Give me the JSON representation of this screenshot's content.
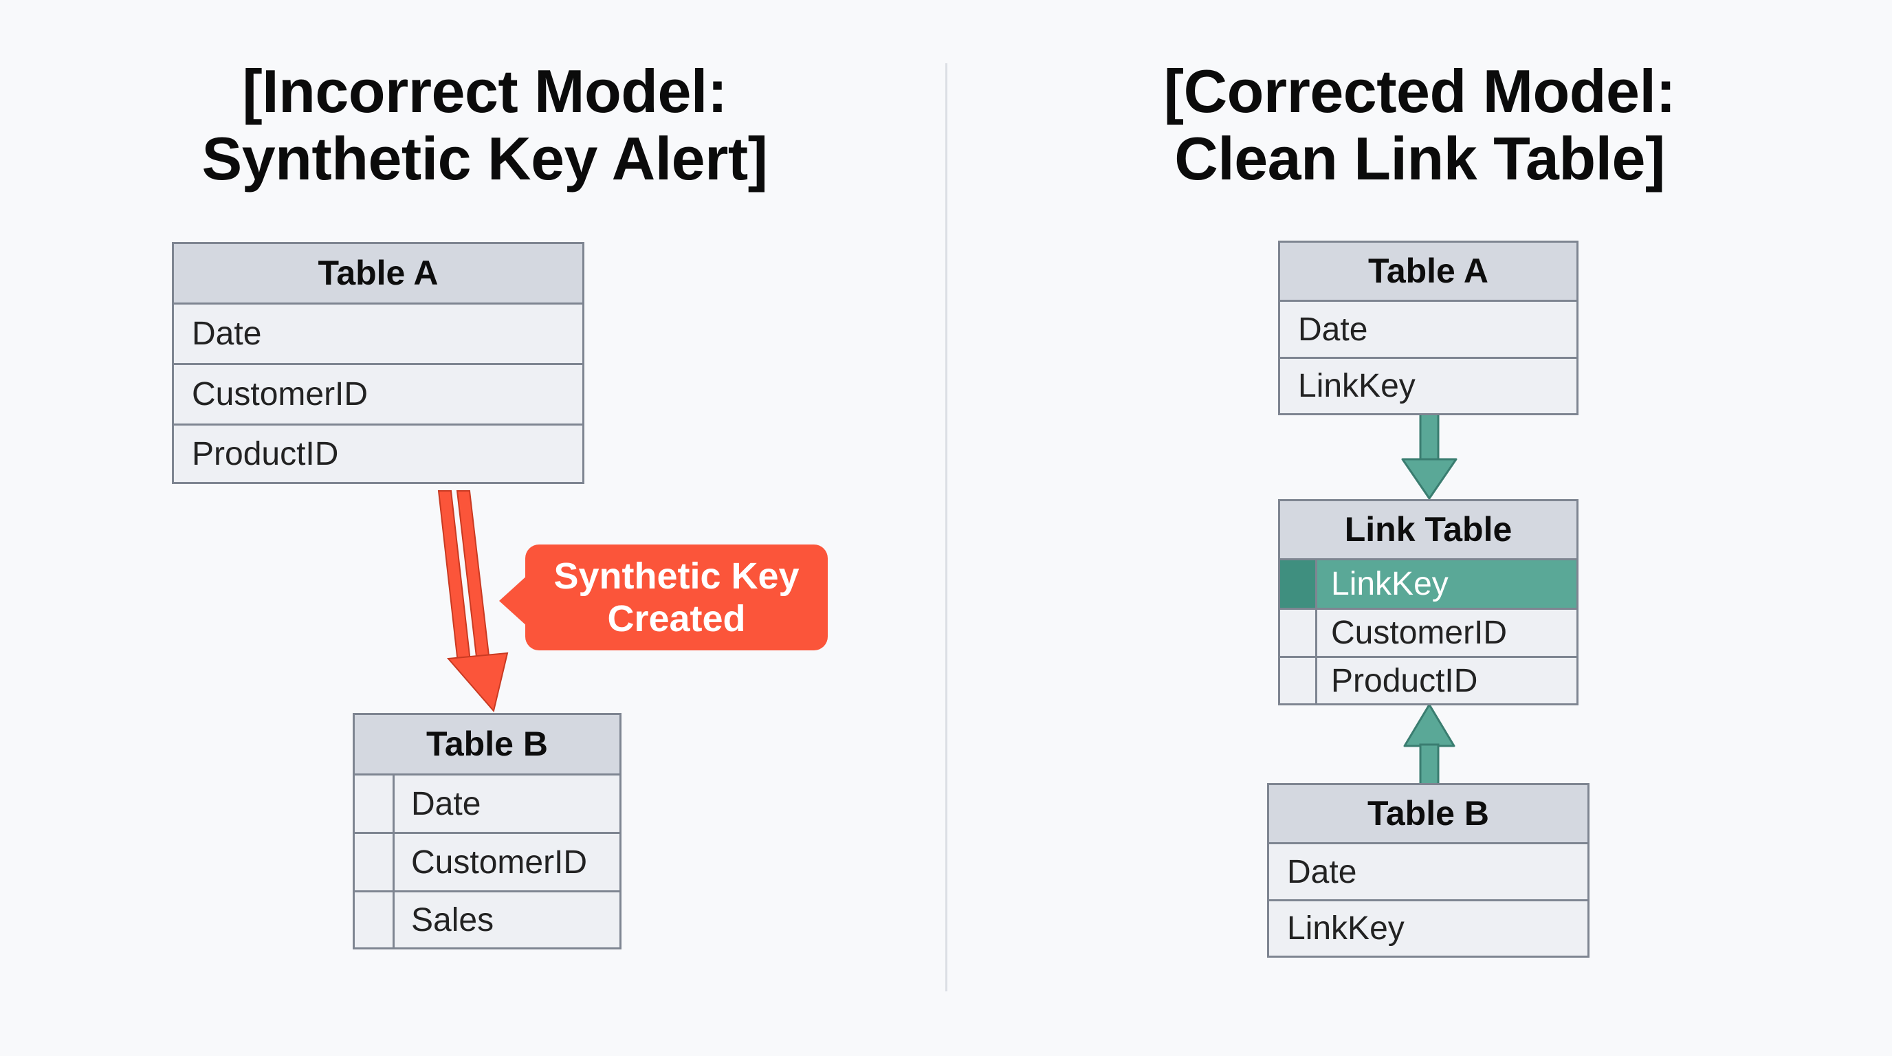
{
  "left": {
    "title_line1": "[Incorrect Model:",
    "title_line2": "Synthetic Key Alert]",
    "table_a": {
      "name": "Table A",
      "fields": [
        "Date",
        "CustomerID",
        "ProductID"
      ]
    },
    "table_b": {
      "name": "Table B",
      "fields": [
        "Date",
        "CustomerID",
        "Sales"
      ]
    },
    "callout_line1": "Synthetic Key",
    "callout_line2": "Created"
  },
  "right": {
    "title_line1": "[Corrected Model:",
    "title_line2": "Clean Link Table]",
    "table_a": {
      "name": "Table A",
      "fields": [
        "Date",
        "LinkKey"
      ]
    },
    "link_table": {
      "name": "Link Table",
      "fields": [
        "LinkKey",
        "CustomerID",
        "ProductID"
      ]
    },
    "table_b": {
      "name": "Table B",
      "fields": [
        "Date",
        "LinkKey"
      ]
    }
  },
  "colors": {
    "alert": "#fb553a",
    "link": "#5aa897",
    "header": "#d4d8e0",
    "row": "#eef0f4",
    "border": "#7e8591"
  }
}
